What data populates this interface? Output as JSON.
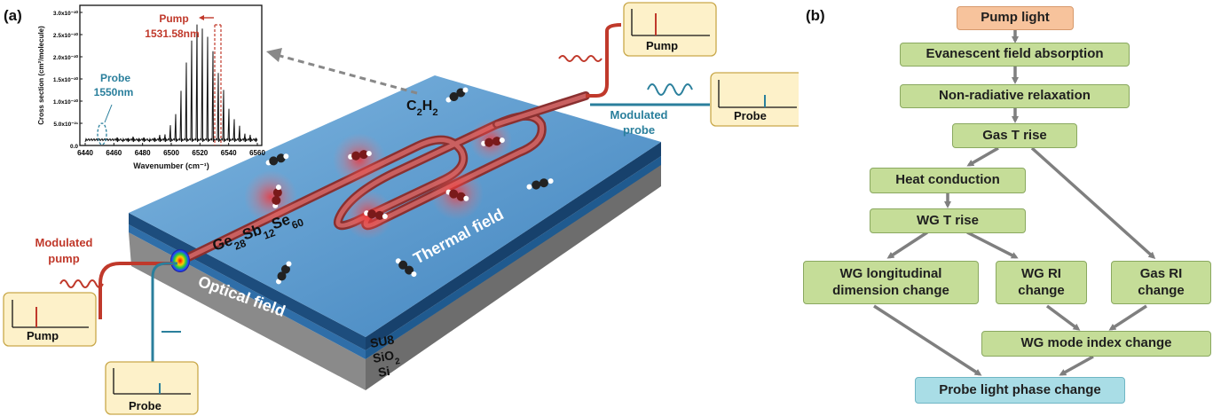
{
  "panel_a": {
    "tag": "(a)",
    "inset": {
      "y_axis_label": "Cross section (cm²/molecule)",
      "x_axis_label": "Wavenumber (cm⁻¹)",
      "y_ticks": [
        "0.0",
        "5.0x10⁻²¹",
        "1.0x10⁻²⁰",
        "1.5x10⁻²⁰",
        "2.0x10⁻²⁰",
        "2.5x10⁻²⁰",
        "3.0x10⁻²⁰"
      ],
      "x_ticks": [
        "6440",
        "6460",
        "6480",
        "6500",
        "6520",
        "6540",
        "6560"
      ],
      "pump_label": "Pump",
      "pump_wavelength": "1531.58nm",
      "probe_label": "Probe",
      "probe_wavelength": "1550nm"
    },
    "labels": {
      "modulated_pump": "Modulated\npump",
      "waveguide_material": "Ge28Sb12Se60",
      "optical_field": "Optical field",
      "thermal_field": "Thermal field",
      "gas": "C2H2",
      "modulated_probe": "Modulated\nprobe",
      "layer_su8": "SU8",
      "layer_sio2": "SiO2",
      "layer_si": "Si"
    },
    "mini_plots": {
      "pump_in": "Pump",
      "probe_in": "Probe",
      "pump_out": "Pump",
      "probe_out": "Probe"
    },
    "colors": {
      "pump": "#c0392b",
      "probe": "#2a7f9c",
      "substrate_top": "#5b9bd1",
      "box_fill": "#fdf1c9"
    }
  },
  "panel_b": {
    "tag": "(b)",
    "nodes": {
      "pump_light": "Pump light",
      "evanescent": "Evanescent field absorption",
      "nonradiative": "Non-radiative relaxation",
      "gas_t_rise": "Gas T rise",
      "heat_conduction": "Heat conduction",
      "wg_t_rise": "WG T rise",
      "wg_longitudinal": "WG longitudinal\ndimension change",
      "wg_ri": "WG RI\nchange",
      "gas_ri": "Gas RI\nchange",
      "wg_mode_index": "WG mode index change",
      "probe_phase": "Probe light phase change"
    },
    "colors": {
      "node_green": "#c5dd98",
      "node_pump": "#f7c39c",
      "node_probe": "#a9dde6",
      "arrow": "#7f7f7f"
    }
  }
}
